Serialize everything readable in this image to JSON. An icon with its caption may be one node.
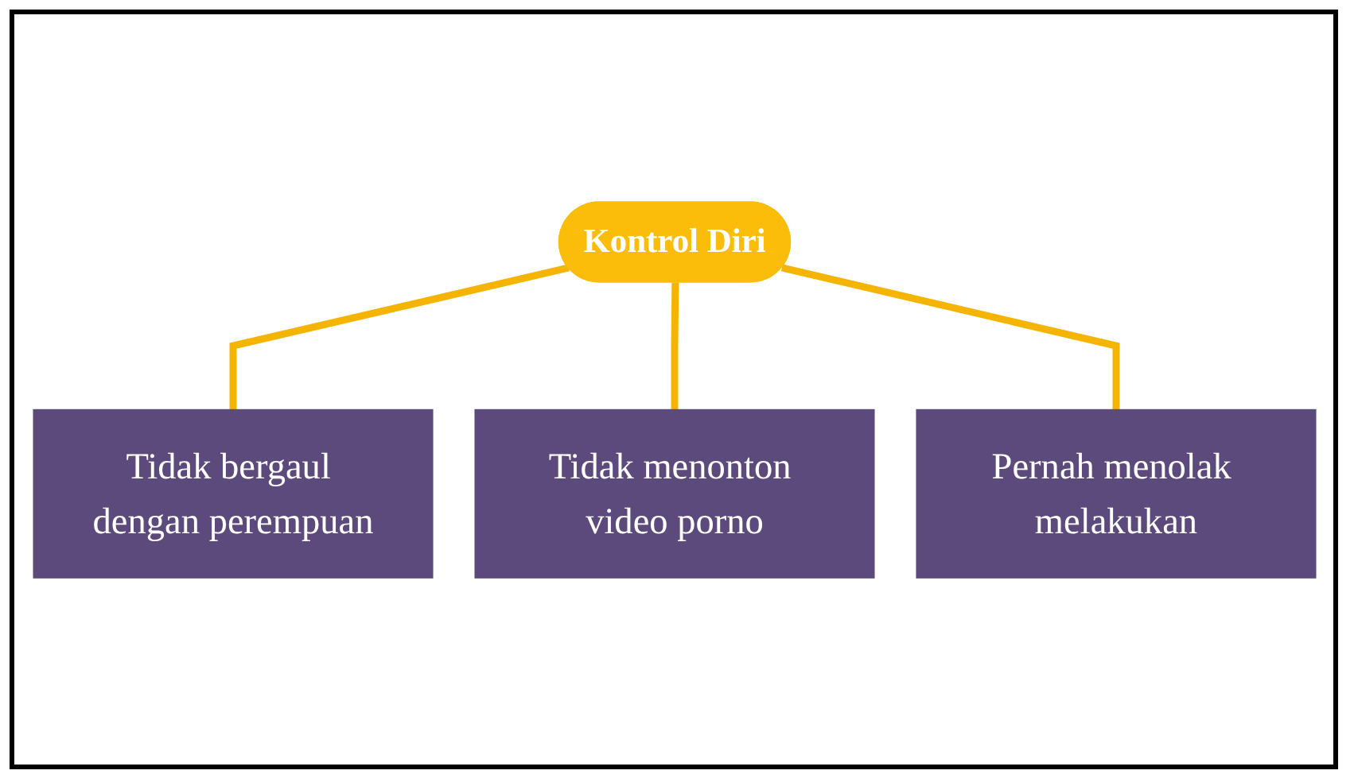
{
  "diagram": {
    "nodes": [
      {
        "text": [
          "Kontrol Diri"
        ]
      },
      {
        "text": [
          "Tidak bergaul dengan perempuan"
        ]
      },
      {
        "text": [
          "Tidak menonton video porno"
        ]
      },
      {
        "text": [
          "Pernah menolak melakukan"
        ]
      }
    ],
    "edges": [
      {
        "from": 0,
        "to": 1,
        "arrow": "none"
      },
      {
        "from": 0,
        "to": 2,
        "arrow": "none"
      },
      {
        "from": 0,
        "to": 3,
        "arrow": "none"
      }
    ]
  }
}
